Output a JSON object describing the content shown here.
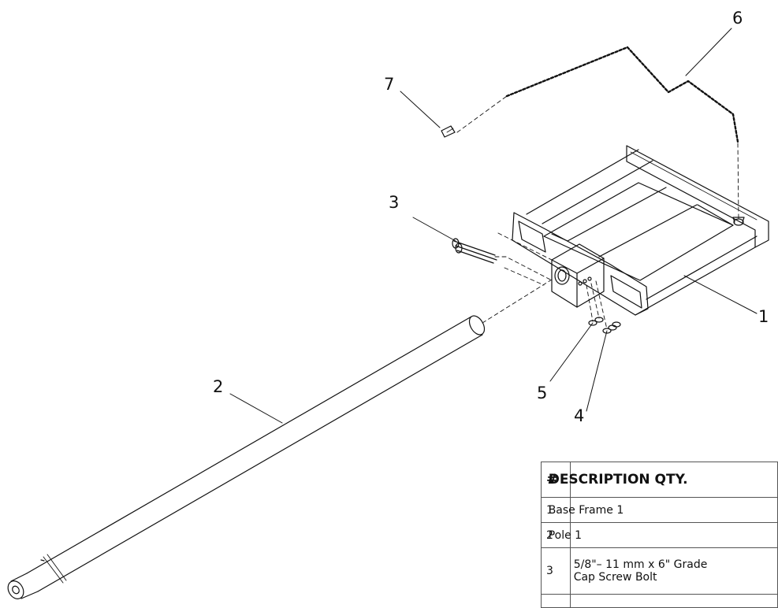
{
  "callouts": [
    "1",
    "2",
    "3",
    "4",
    "5",
    "6",
    "7"
  ],
  "table": {
    "header_num": "#",
    "header_rest": "DESCRIPTION QTY.",
    "rows": [
      {
        "num": "1",
        "text": "Base Frame 1"
      },
      {
        "num": "2",
        "text": "Pole 1"
      },
      {
        "num": "3",
        "text_line1": "5/8\"– 11 mm x 6\" Grade",
        "text_line2": "Cap Screw Bolt"
      }
    ]
  },
  "colors": {
    "line": "#111111",
    "table_border": "#555555"
  }
}
